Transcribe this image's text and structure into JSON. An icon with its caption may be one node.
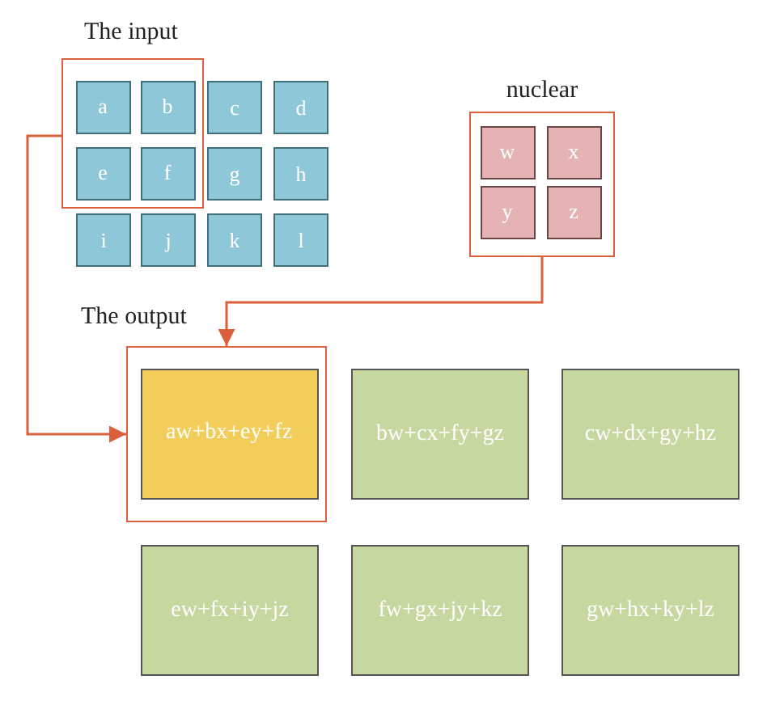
{
  "diagram": {
    "nodes": [
      {
        "text": [],
        "shape": "box"
      },
      {
        "text": [
          "a"
        ],
        "in": 0
      },
      {
        "text": [
          "b"
        ],
        "in": 0
      },
      {
        "text": [
          "c"
        ]
      },
      {
        "text": [
          "d"
        ]
      },
      {
        "text": [
          "e"
        ],
        "in": 0
      },
      {
        "text": [
          "f"
        ],
        "in": 0
      },
      {
        "text": [
          "g"
        ]
      },
      {
        "text": [
          "h"
        ]
      },
      {
        "text": [
          "i"
        ]
      },
      {
        "text": [
          "j"
        ]
      },
      {
        "text": [
          "k"
        ]
      },
      {
        "text": [
          "l"
        ]
      },
      {
        "text": [
          "nuclear"
        ]
      },
      {
        "text": [
          "w"
        ],
        "in": 13
      },
      {
        "text": [
          "x"
        ],
        "in": 13
      },
      {
        "text": [
          "y"
        ],
        "in": 13
      },
      {
        "text": [
          "z"
        ],
        "in": 13
      },
      {
        "text": [],
        "shape": "box"
      },
      {
        "text": [
          "aw+bx+ey+fz"
        ],
        "in": 18
      },
      {
        "text": [
          "bw+cx+fy+gz"
        ]
      },
      {
        "text": [
          "cw+dx+gy+hz"
        ]
      },
      {
        "text": [
          "ew+fx+iy+jz"
        ]
      },
      {
        "text": [
          "fw+gx+jy+kz"
        ]
      },
      {
        "text": [
          "gw+hx+ky+lz"
        ]
      }
    ],
    "edges": [
      {
        "from": 0,
        "to": 18,
        "arrow": "to"
      },
      {
        "from": 13,
        "to": 18,
        "arrow": "to"
      }
    ],
    "labels": [
      "The input",
      "The output"
    ]
  }
}
